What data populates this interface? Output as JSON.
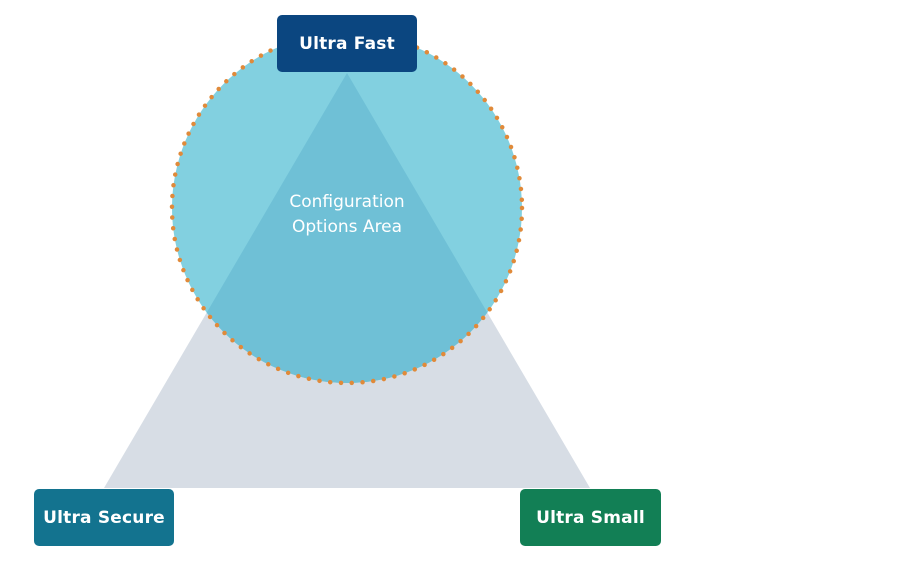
{
  "diagram": {
    "title": "Configuration Options Area",
    "center_label_lines": [
      "Configuration",
      "Options Area"
    ],
    "vertices": {
      "top": {
        "label": "Ultra Fast",
        "color": "#0b4680"
      },
      "bottom_left": {
        "label": "Ultra Secure",
        "color": "#13738f"
      },
      "bottom_right": {
        "label": "Ultra Small",
        "color": "#127f55"
      }
    },
    "colors": {
      "triangle_fill": "#d7dde5",
      "circle_fill": "#82d0e0",
      "overlap_fill": "#6fc0d6",
      "circle_dot_border": "#e08a3a"
    }
  }
}
